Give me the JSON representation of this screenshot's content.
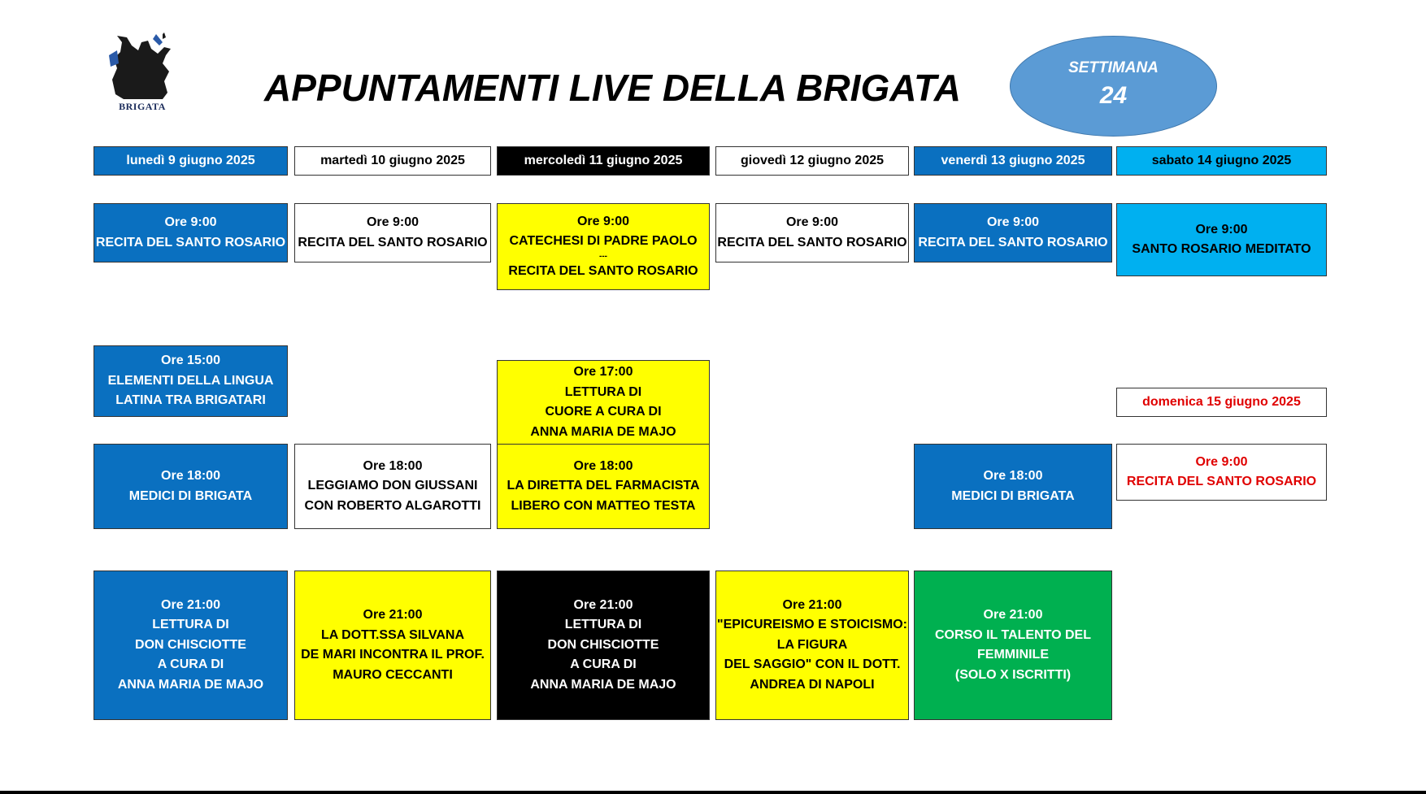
{
  "header": {
    "title": "APPUNTAMENTI LIVE DELLA BRIGATA",
    "week_label": "SETTIMANA",
    "week_number": "24",
    "logo_text": "BRIGATA",
    "logo_icon": "knight-on-horse-logo"
  },
  "days": [
    {
      "label": "lunedì 9 giugno 2025",
      "color": "#0a70c0"
    },
    {
      "label": "martedì 10 giugno 2025",
      "color": "#ffffff"
    },
    {
      "label": "mercoledì 11 giugno 2025",
      "color": "#000000"
    },
    {
      "label": "giovedì 12 giugno 2025",
      "color": "#ffffff"
    },
    {
      "label": "venerdì 13 giugno 2025",
      "color": "#0a70c0"
    },
    {
      "label": "sabato 14 giugno 2025",
      "color": "#00b0f0"
    },
    {
      "label": "domenica 15 giugno 2025",
      "color": "#ffffff"
    }
  ],
  "events": {
    "mon_0900": {
      "lines": [
        "Ore 9:00",
        "RECITA DEL SANTO ROSARIO"
      ]
    },
    "tue_0900": {
      "lines": [
        "Ore 9:00",
        "RECITA DEL SANTO ROSARIO"
      ]
    },
    "wed_0900": {
      "lines": [
        "Ore 9:00",
        "CATECHESI DI PADRE PAOLO",
        "---",
        "RECITA DEL SANTO ROSARIO"
      ]
    },
    "thu_0900": {
      "lines": [
        "Ore 9:00",
        "RECITA DEL SANTO ROSARIO"
      ]
    },
    "fri_0900": {
      "lines": [
        "Ore 9:00",
        "RECITA DEL SANTO ROSARIO"
      ]
    },
    "sat_0900": {
      "lines": [
        "Ore 9:00",
        "SANTO ROSARIO MEDITATO"
      ]
    },
    "mon_1500": {
      "lines": [
        "Ore 15:00",
        "ELEMENTI DELLA LINGUA",
        "LATINA TRA BRIGATARI"
      ]
    },
    "wed_1700": {
      "lines": [
        "Ore 17:00",
        "LETTURA DI",
        "CUORE A CURA DI",
        "ANNA MARIA DE MAJO"
      ]
    },
    "mon_1800": {
      "lines": [
        "Ore 18:00",
        "MEDICI DI BRIGATA"
      ]
    },
    "tue_1800": {
      "lines": [
        "Ore 18:00",
        "LEGGIAMO DON GIUSSANI",
        "CON ROBERTO ALGAROTTI"
      ]
    },
    "wed_1800": {
      "lines": [
        "Ore 18:00",
        "LA DIRETTA DEL FARMACISTA",
        "LIBERO CON MATTEO TESTA"
      ]
    },
    "fri_1800": {
      "lines": [
        "Ore 18:00",
        "MEDICI DI BRIGATA"
      ]
    },
    "sun_0900": {
      "lines": [
        "Ore 9:00",
        "RECITA DEL SANTO ROSARIO"
      ]
    },
    "mon_2100": {
      "lines": [
        "Ore 21:00",
        "LETTURA DI",
        "DON CHISCIOTTE",
        "A CURA DI",
        "ANNA MARIA DE MAJO"
      ]
    },
    "tue_2100": {
      "lines": [
        "Ore 21:00",
        "LA DOTT.SSA SILVANA",
        "DE MARI INCONTRA IL PROF.",
        "MAURO CECCANTI"
      ]
    },
    "wed_2100": {
      "lines": [
        "Ore 21:00",
        "LETTURA DI",
        "DON CHISCIOTTE",
        "A CURA DI",
        "ANNA MARIA DE MAJO"
      ]
    },
    "thu_2100": {
      "lines": [
        "Ore 21:00",
        "\"EPICUREISMO E STOICISMO:",
        "LA FIGURA",
        "DEL SAGGIO\" CON IL DOTT.",
        "ANDREA DI NAPOLI"
      ]
    },
    "fri_2100": {
      "lines": [
        "Ore 21:00",
        "CORSO IL TALENTO DEL",
        "FEMMINILE",
        "(SOLO X ISCRITTI)"
      ]
    }
  }
}
